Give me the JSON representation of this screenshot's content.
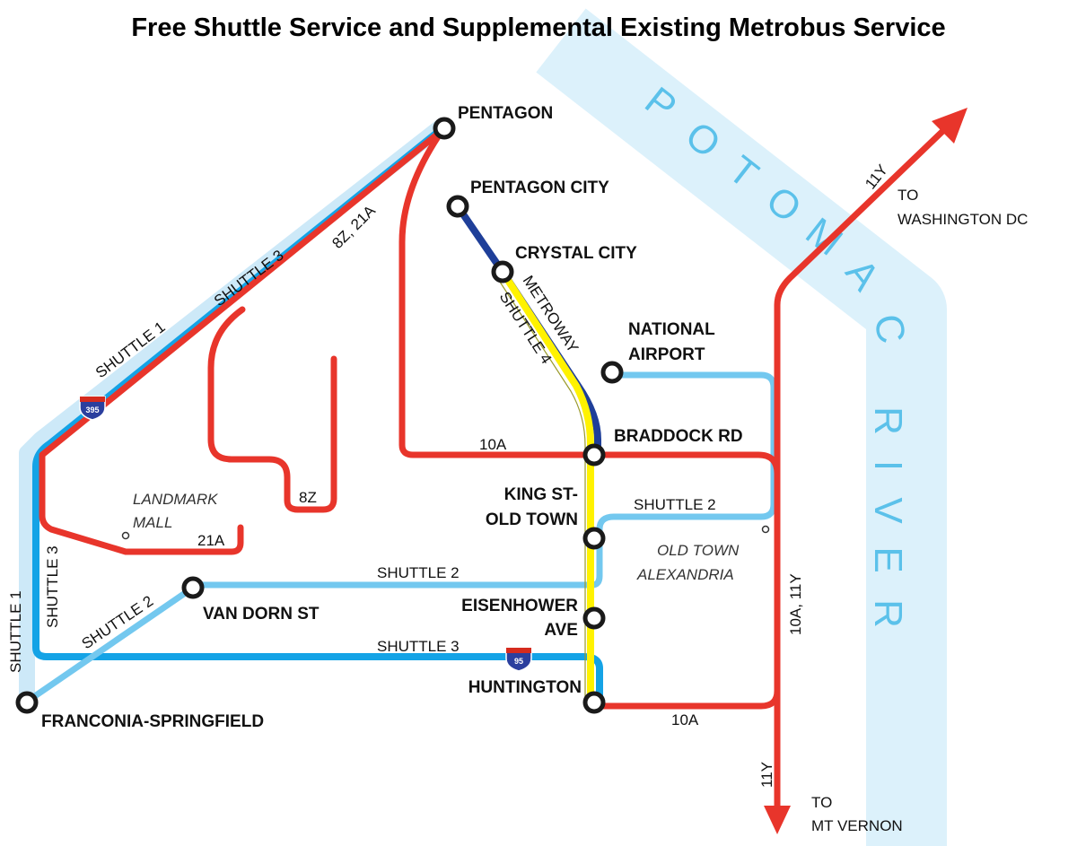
{
  "title": "Free Shuttle Service and Supplemental Existing Metrobus Service",
  "colors": {
    "shuttle_light": "#73c8ef",
    "shuttle_blue": "#14a3e6",
    "metrobus_red": "#e8352b",
    "metroway_navy": "#1f3f99",
    "shuttle4_yellow": "#fff200",
    "river": "#dcf1fb"
  },
  "river_label": "POTOMAC RIVER",
  "stations": {
    "pentagon": "PENTAGON",
    "pentagon_city": "PENTAGON CITY",
    "crystal_city": "CRYSTAL CITY",
    "national_airport_1": "NATIONAL",
    "national_airport_2": "AIRPORT",
    "braddock_rd": "BRADDOCK RD",
    "king_st_1": "KING ST-",
    "king_st_2": "OLD TOWN",
    "eisenhower_1": "EISENHOWER",
    "eisenhower_2": "AVE",
    "van_dorn": "VAN DORN ST",
    "huntington": "HUNTINGTON",
    "franconia": "FRANCONIA-SPRINGFIELD"
  },
  "places": {
    "landmark_1": "LANDMARK",
    "landmark_2": "MALL",
    "old_town_1": "OLD TOWN",
    "old_town_2": "ALEXANDRIA"
  },
  "routes": {
    "shuttle_1": "SHUTTLE 1",
    "shuttle_2": "SHUTTLE 2",
    "shuttle_3": "SHUTTLE 3",
    "shuttle_4": "SHUTTLE 4",
    "metroway": "METROWAY",
    "r8z_21a": "8Z, 21A",
    "r8z": "8Z",
    "r21a": "21A",
    "r10a": "10A",
    "r11y": "11Y",
    "r10a_11y": "10A, 11Y"
  },
  "destinations": {
    "to_1": "TO",
    "washington": "WASHINGTON DC",
    "mt_vernon": "MT VERNON"
  },
  "highways": {
    "i395": "395",
    "i95": "95"
  }
}
